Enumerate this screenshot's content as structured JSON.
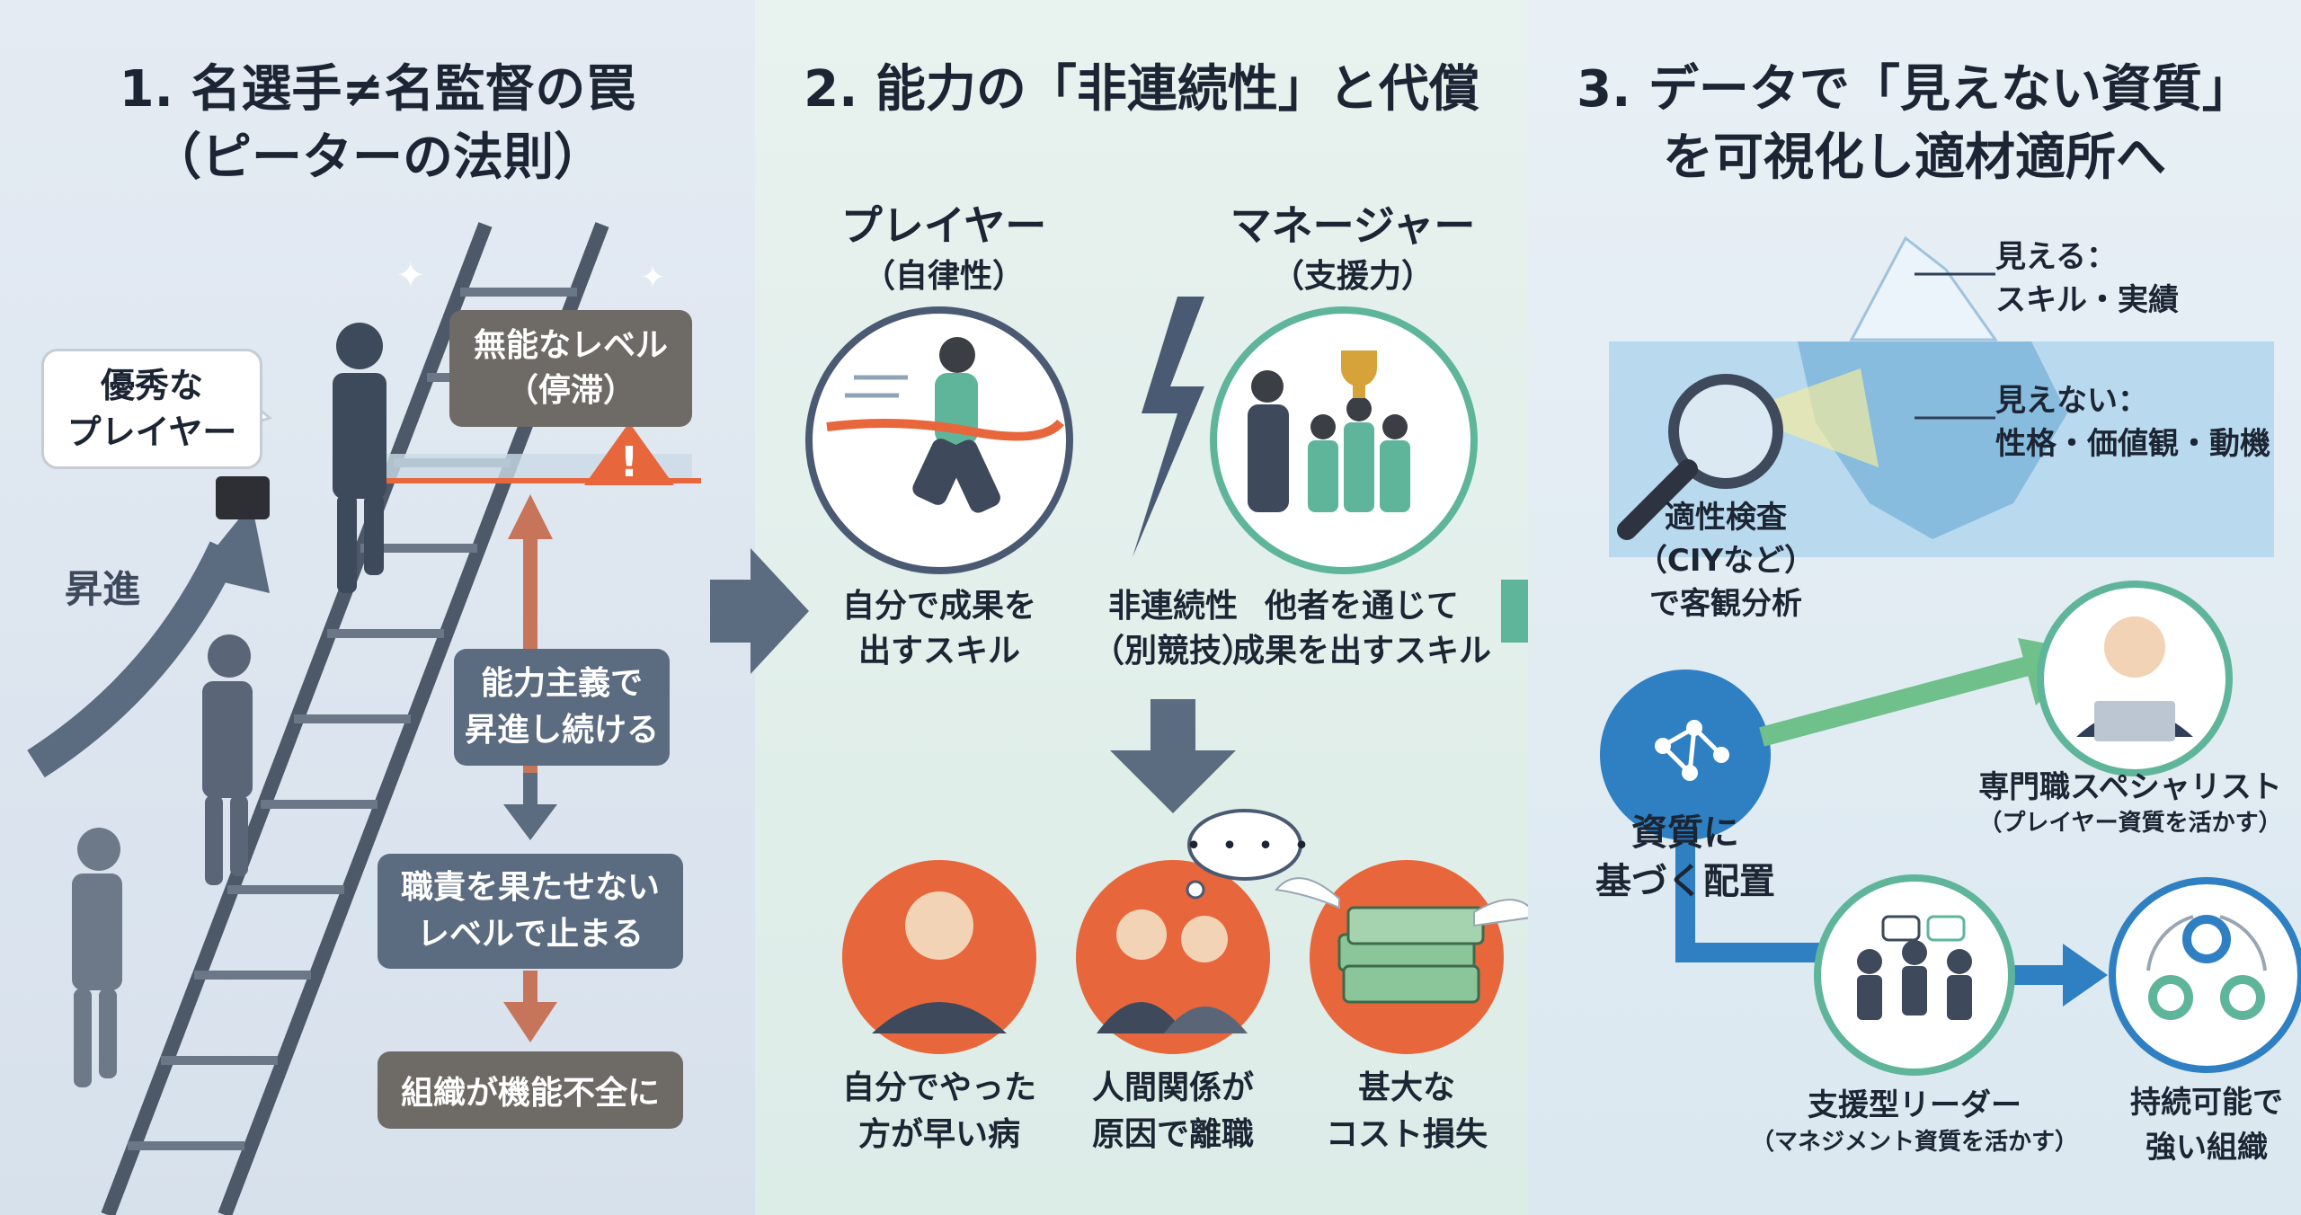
{
  "section1": {
    "title_line1": "1. 名選手≠名監督の罠",
    "title_line2": "（ピーターの法則）",
    "bubble": "優秀な\nプレイヤー",
    "promotion": "昇進",
    "stagnation": "無能なレベル\n（停滞）",
    "box_merit": "能力主義で\n昇進し続ける",
    "box_stop": "職責を果たせない\nレベルで止まる",
    "box_dysfunction": "組織が機能不全に"
  },
  "section2": {
    "title": "2. 能力の「非連続性」と代償",
    "player_title": "プレイヤー",
    "player_sub": "（自律性）",
    "manager_title": "マネージャー",
    "manager_sub": "（支援力）",
    "player_desc": "自分で成果を\n出すスキル",
    "gap_desc": "非連続性\n（別競技）",
    "manager_desc": "他者を通じて\n成果を出すスキル",
    "cost1": "自分でやった\n方が早い病",
    "cost2": "人間関係が\n原因で離職",
    "cost3": "甚大な\nコスト損失",
    "thought": "・・・・"
  },
  "section3": {
    "title_line1": "3. データで「見えない資質」",
    "title_line2": "を可視化し適材適所へ",
    "visible_label": "見える：\nスキル・実績",
    "invisible_label": "見えない：\n性格・価値観・動機",
    "assessment": "適性検査\n（CIYなど）\nで客観分析",
    "placement": "資質に\n基づく配置",
    "specialist_title": "専門職スペシャリスト",
    "specialist_sub": "（プレイヤー資質を活かす）",
    "leader_title": "支援型リーダー",
    "leader_sub": "（マネジメント資質を活かす）",
    "strong_org": "持続可能で\n強い組織"
  },
  "colors": {
    "slate": "#5b6b80",
    "gray_box": "#6e6a66",
    "orange": "#e8663c",
    "navy": "#2f3f57",
    "teal": "#5fb59a",
    "blue": "#2f7fc3",
    "green_arrow": "#6fc08a"
  }
}
